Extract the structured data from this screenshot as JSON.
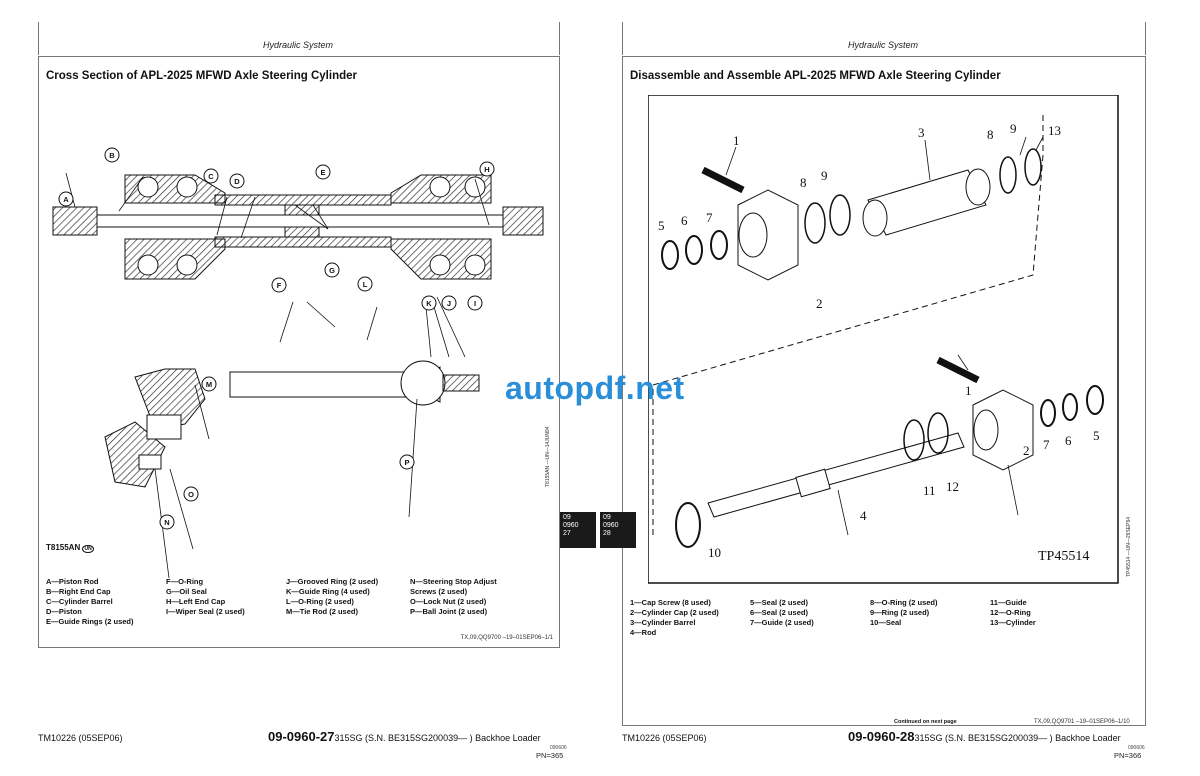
{
  "left_page": {
    "header": "Hydraulic System",
    "title": "Cross Section of APL-2025 MFWD Axle Steering Cylinder",
    "callouts": [
      "A",
      "B",
      "C",
      "D",
      "E",
      "F",
      "G",
      "H",
      "I",
      "J",
      "K",
      "L",
      "M",
      "N",
      "O",
      "P"
    ],
    "figure_id": "T8155AN",
    "figure_badge": "UN",
    "side_code": "T8155AN —UN—14JUN94",
    "legend": [
      [
        "A—Piston Rod",
        "B—Right End Cap",
        "C—Cylinder Barrel",
        "D—Piston",
        "E—Guide Rings (2 used)"
      ],
      [
        "F—O-Ring",
        "G—Oil Seal",
        "H—Left End Cap",
        "I—Wiper Seal (2 used)"
      ],
      [
        "J—Grooved Ring (2 used)",
        "K—Guide Ring (4 used)",
        "L—O-Ring (2 used)",
        "M—Tie Rod (2 used)"
      ],
      [
        "N—Steering Stop Adjust",
        "    Screws (2 used)",
        "O—Lock Nut (2 used)",
        "P—Ball Joint (2 used)"
      ]
    ],
    "ref_code": "TX,09,QQ9700 –19–01SEP06–1/1",
    "footer_manual": "TM10226 (05SEP06)",
    "footer_page": "09-0960-27",
    "footer_model": "315SG (S.N. BE315SG200039— ) Backhoe Loader",
    "footer_small": "090606",
    "footer_pn": "PN=365",
    "tab": [
      "09",
      "0960",
      "27"
    ]
  },
  "right_page": {
    "header": "Hydraulic System",
    "title": "Disassemble and Assemble APL-2025 MFWD Axle Steering Cylinder",
    "figure_id": "TP45514",
    "side_code": "TP45514 —UN—29SEP94",
    "callouts": [
      "1",
      "2",
      "3",
      "4",
      "5",
      "6",
      "7",
      "8",
      "9",
      "10",
      "11",
      "12",
      "13"
    ],
    "legend": [
      [
        "1—Cap Screw (8 used)",
        "2—Cylinder Cap (2 used)",
        "3—Cylinder Barrel",
        "4—Rod"
      ],
      [
        "5—Seal (2 used)",
        "   6—Seal (2 used)",
        "7—Guide (2 used)"
      ],
      [
        "8—O-Ring (2 used)",
        "9—Ring (2 used)",
        "10—Seal"
      ],
      [
        "11—Guide",
        "12—O-Ring",
        "13—Cylinder"
      ]
    ],
    "continued": "Continued on next page",
    "ref_code": "TX,09,QQ9701 –19–01SEP06–1/10",
    "footer_manual": "TM10226 (05SEP06)",
    "footer_page": "09-0960-28",
    "footer_model": "315SG (S.N. BE315SG200039— ) Backhoe Loader",
    "footer_small": "090606",
    "footer_pn": "PN=366",
    "tab": [
      "09",
      "0960",
      "28"
    ]
  },
  "watermark": "autopdf.net"
}
